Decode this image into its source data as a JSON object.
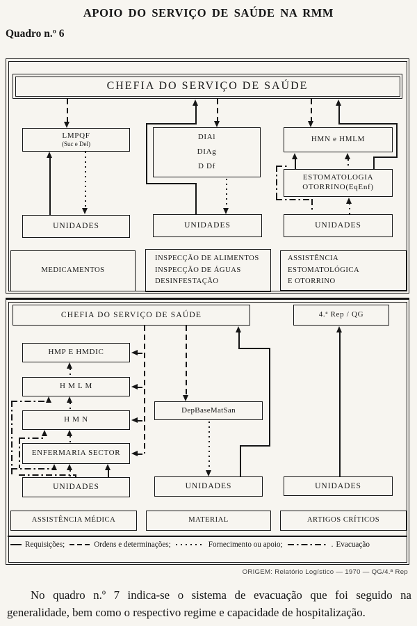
{
  "page": {
    "title": "APOIO DO SERVIÇO DE SAÚDE NA RMM",
    "figure_label": "Quadro n.º 6",
    "origin": "ORIGEM: Relatório Logístico — 1970 — QG/4.ª Rep",
    "paragraph": "No quadro n.º 7 indica-se o sistema de evacuação que foi seguido na generalidade, bem como o respectivo regime e capacidade de hospitalização."
  },
  "top_chart": {
    "header": "CHEFIA DO SERVIÇO DE SAÚDE",
    "lmpqf": "LMPQF",
    "lmpqf_sub": "(Suc e Del)",
    "units_left": "UNIDADES",
    "dia_1": "DIAl",
    "dia_2": "DIAg",
    "dia_3": "D Df",
    "units_mid": "UNIDADES",
    "hmn": "HMN e HMLM",
    "estoma_1": "ESTOMATOLOGIA",
    "estoma_2": "OTORRINO(EqEnf)",
    "units_right": "UNIDADES",
    "label_left": "MEDICAMENTOS",
    "label_mid_1": "INSPECÇÃO DE ALIMENTOS",
    "label_mid_2": "INSPECÇÃO DE ÁGUAS",
    "label_mid_3": "DESINFESTAÇÃO",
    "label_right_1": "ASSISTÊNCIA ESTOMATOLÓGICA",
    "label_right_2": "E OTORRINO"
  },
  "bottom_chart": {
    "header": "CHEFIA DO SERVIÇO DE SAÚDE",
    "rep": "4.ª Rep / QG",
    "chain": [
      "HMP E HMDIC",
      "H M L M",
      "H M N",
      "ENFERMARIA SECTOR",
      "UNIDADES"
    ],
    "depot": "DepBaseMatSan",
    "units_mid": "UNIDADES",
    "units_right": "UNIDADES",
    "label_left": "ASSISTÊNCIA MÉDICA",
    "label_mid": "MATERIAL",
    "label_right": "ARTIGOS CRÍTICOS"
  },
  "legend": {
    "items": [
      {
        "style": "solid",
        "label": "Requisições;"
      },
      {
        "style": "dashed",
        "label": "Ordens e determinações;"
      },
      {
        "style": "dotted",
        "label": "Fornecimento ou apoio;"
      },
      {
        "style": "dashdot",
        "label": "Evacuação"
      }
    ]
  }
}
